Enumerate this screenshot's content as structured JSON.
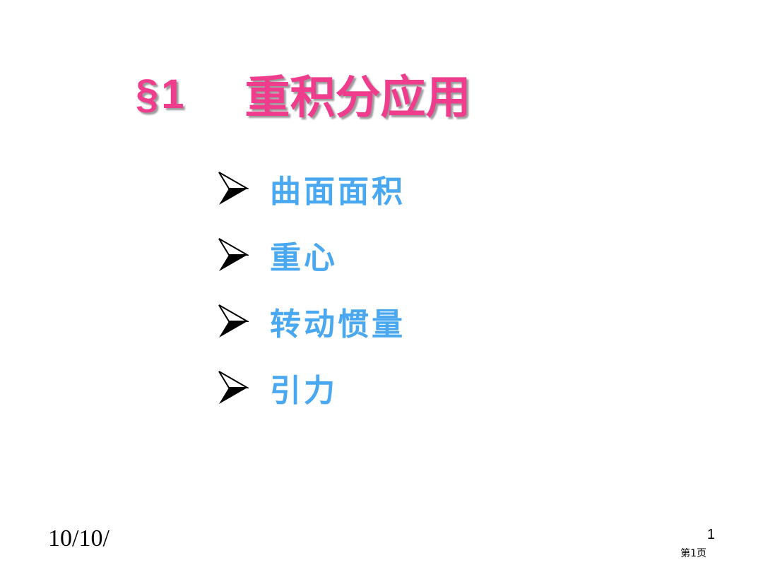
{
  "slide": {
    "title": {
      "section": "§1",
      "text": "重积分应用"
    },
    "bullets": [
      {
        "label": "曲面面积",
        "icon": "arrowhead-bullet-icon"
      },
      {
        "label": "重心",
        "icon": "arrowhead-bullet-icon"
      },
      {
        "label": "转动惯量",
        "icon": "arrowhead-bullet-icon"
      },
      {
        "label": "引力",
        "icon": "arrowhead-bullet-icon"
      }
    ],
    "footer": {
      "date": "10/10/",
      "slide_number": "1",
      "page_label": "第1页"
    }
  },
  "colors": {
    "title": "#f03c8c",
    "bullet_text": "#4aa8f0",
    "text": "#000000",
    "background": "#ffffff"
  }
}
